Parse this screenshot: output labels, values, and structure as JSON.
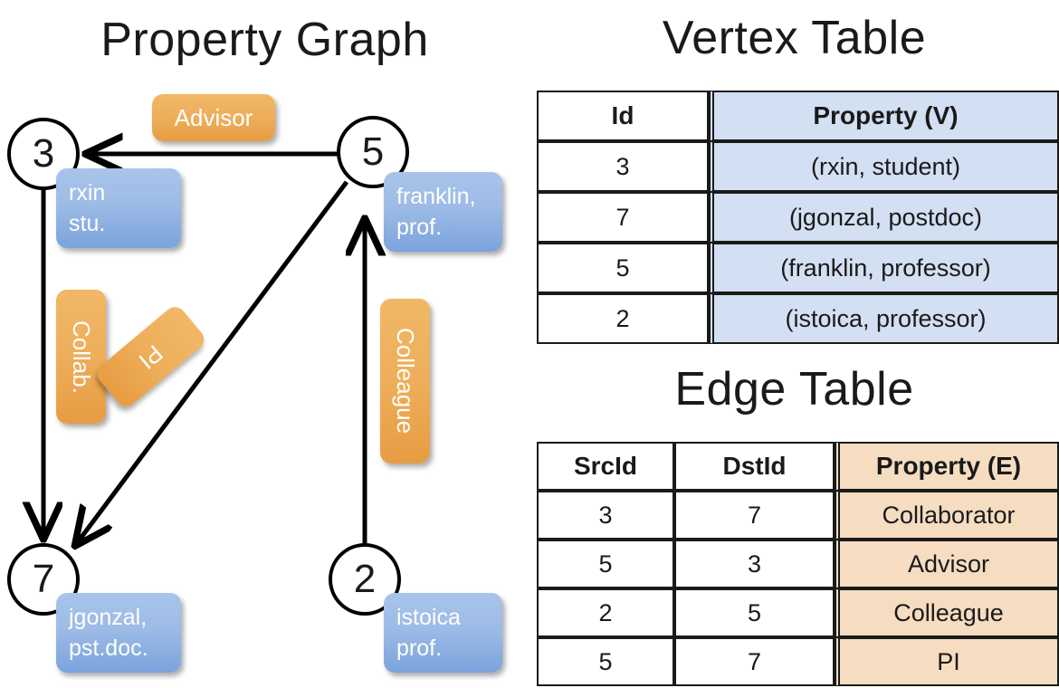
{
  "titles": {
    "property_graph": "Property Graph",
    "vertex_table": "Vertex Table",
    "edge_table": "Edge Table"
  },
  "graph": {
    "vertices": [
      {
        "id": "3",
        "property_label": "rxin\nstu."
      },
      {
        "id": "5",
        "property_label": "franklin,\nprof."
      },
      {
        "id": "7",
        "property_label": "jgonzal,\npst.doc."
      },
      {
        "id": "2",
        "property_label": "istoica\nprof."
      }
    ],
    "vertex_labels": {
      "v3_line1": "rxin",
      "v3_line2": "stu.",
      "v5_line1": "franklin,",
      "v5_line2": "prof.",
      "v7_line1": "jgonzal,",
      "v7_line2": "pst.doc.",
      "v2_line1": "istoica",
      "v2_line2": "prof."
    },
    "edge_labels": {
      "advisor": "Advisor",
      "collab": "Collab.",
      "pi": "PI",
      "colleague": "Colleague"
    },
    "edges": [
      {
        "from": "5",
        "to": "3",
        "label": "Advisor"
      },
      {
        "from": "3",
        "to": "7",
        "label": "Collab."
      },
      {
        "from": "5",
        "to": "7",
        "label": "PI"
      },
      {
        "from": "2",
        "to": "5",
        "label": "Colleague"
      }
    ]
  },
  "vertex_table": {
    "headers": [
      "Id",
      "Property (V)"
    ],
    "rows": [
      [
        "3",
        "(rxin, student)"
      ],
      [
        "7",
        "(jgonzal, postdoc)"
      ],
      [
        "5",
        "(franklin, professor)"
      ],
      [
        "2",
        "(istoica, professor)"
      ]
    ]
  },
  "edge_table": {
    "headers": [
      "SrcId",
      "DstId",
      "Property (E)"
    ],
    "rows": [
      [
        "3",
        "7",
        "Collaborator"
      ],
      [
        "5",
        "3",
        "Advisor"
      ],
      [
        "2",
        "5",
        "Colleague"
      ],
      [
        "5",
        "7",
        "PI"
      ]
    ]
  },
  "colors": {
    "vertex_property_fill": "#d3dff2",
    "edge_property_fill": "#f6dcc1",
    "node_box_blue": "#9dbbe6",
    "edge_label_orange": "#eeae5b",
    "stroke": "#1a1a1a"
  }
}
